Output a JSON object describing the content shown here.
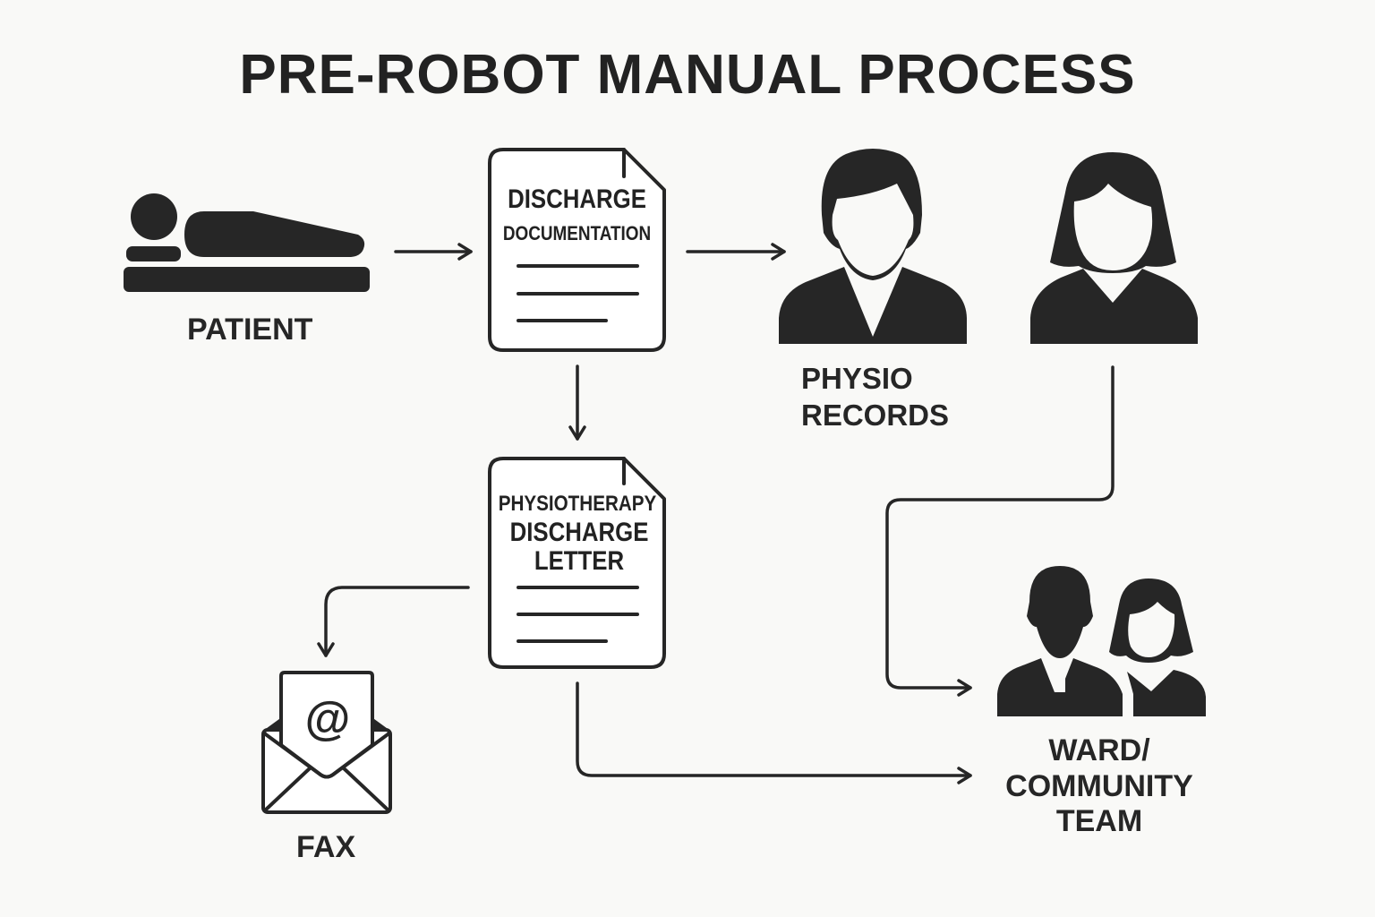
{
  "title": "PRE-ROBOT MANUAL PROCESS",
  "colors": {
    "ink": "#262626",
    "background": "#f9f9f7"
  },
  "nodes": {
    "patient": {
      "label": "PATIENT",
      "icon": "patient-bed-icon"
    },
    "discharge_documentation": {
      "line1": "DISCHARGE",
      "line2": "DOCUMENTATION",
      "icon": "document-icon"
    },
    "physio_records": {
      "line1": "PHYSIO",
      "line2": "RECORDS",
      "icon": "male-person-icon"
    },
    "female_staff": {
      "icon": "female-person-icon"
    },
    "physio_discharge_letter": {
      "line1": "PHYSIOTHERAPY",
      "line2": "DISCHARGE",
      "line3": "LETTER",
      "icon": "document-icon"
    },
    "fax": {
      "label": "FAX",
      "icon": "envelope-at-icon",
      "glyph": "@"
    },
    "ward_team": {
      "line1": "WARD/",
      "line2": "COMMUNITY",
      "line3": "TEAM",
      "icon": "team-icon"
    }
  },
  "edges": [
    {
      "from": "patient",
      "to": "discharge_documentation"
    },
    {
      "from": "discharge_documentation",
      "to": "physio_records"
    },
    {
      "from": "discharge_documentation",
      "to": "physio_discharge_letter"
    },
    {
      "from": "physio_discharge_letter",
      "to": "fax"
    },
    {
      "from": "physio_discharge_letter",
      "to": "ward_team"
    },
    {
      "from": "female_staff",
      "to": "ward_team"
    }
  ]
}
